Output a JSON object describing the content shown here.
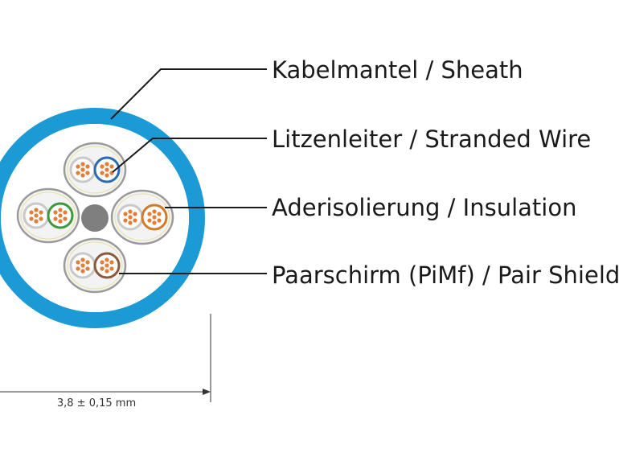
{
  "labels": {
    "sheath": "Kabelmantel / Sheath",
    "stranded_wire": "Litzenleiter / Stranded Wire",
    "insulation": "Aderisolierung / Insulation",
    "pair_shield": "Paarschirm (PiMf) / Pair Shield"
  },
  "dimension": {
    "text": "3,8 ± 0,15 mm"
  },
  "colors": {
    "sheath": "#1c9ad6",
    "conductor": "#e27d3a",
    "filler": "#7f7f7f",
    "pair_top": "#2a6cb0",
    "pair_left": "#3a9a3c",
    "pair_right": "#d07a2a",
    "pair_bottom": "#8b5a3c",
    "shield": "#9a9a9a"
  }
}
